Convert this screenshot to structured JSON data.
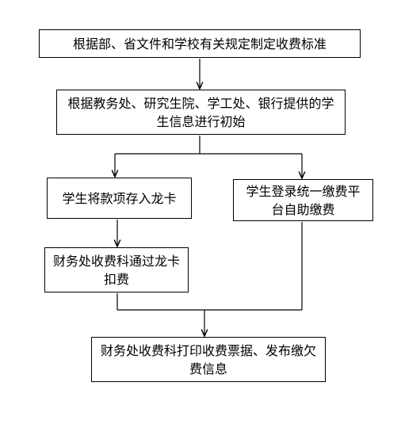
{
  "flowchart": {
    "step_standard": "根据部、省文件和学校有关规定制定收费标准",
    "step_init": "根据教务处、研究生院、学工处、银行提供的学生信息进行初始",
    "step_deposit": "学生将款项存入龙卡",
    "step_online": "学生登录统一缴费平台自助缴费",
    "step_deduct": "财务处收费科通过龙卡扣费",
    "step_receipt": "财务处收费科打印收费票据、发布缴欠费信息"
  },
  "colors": {
    "line": "#000000",
    "box_border": "#000000",
    "background": "#ffffff"
  }
}
